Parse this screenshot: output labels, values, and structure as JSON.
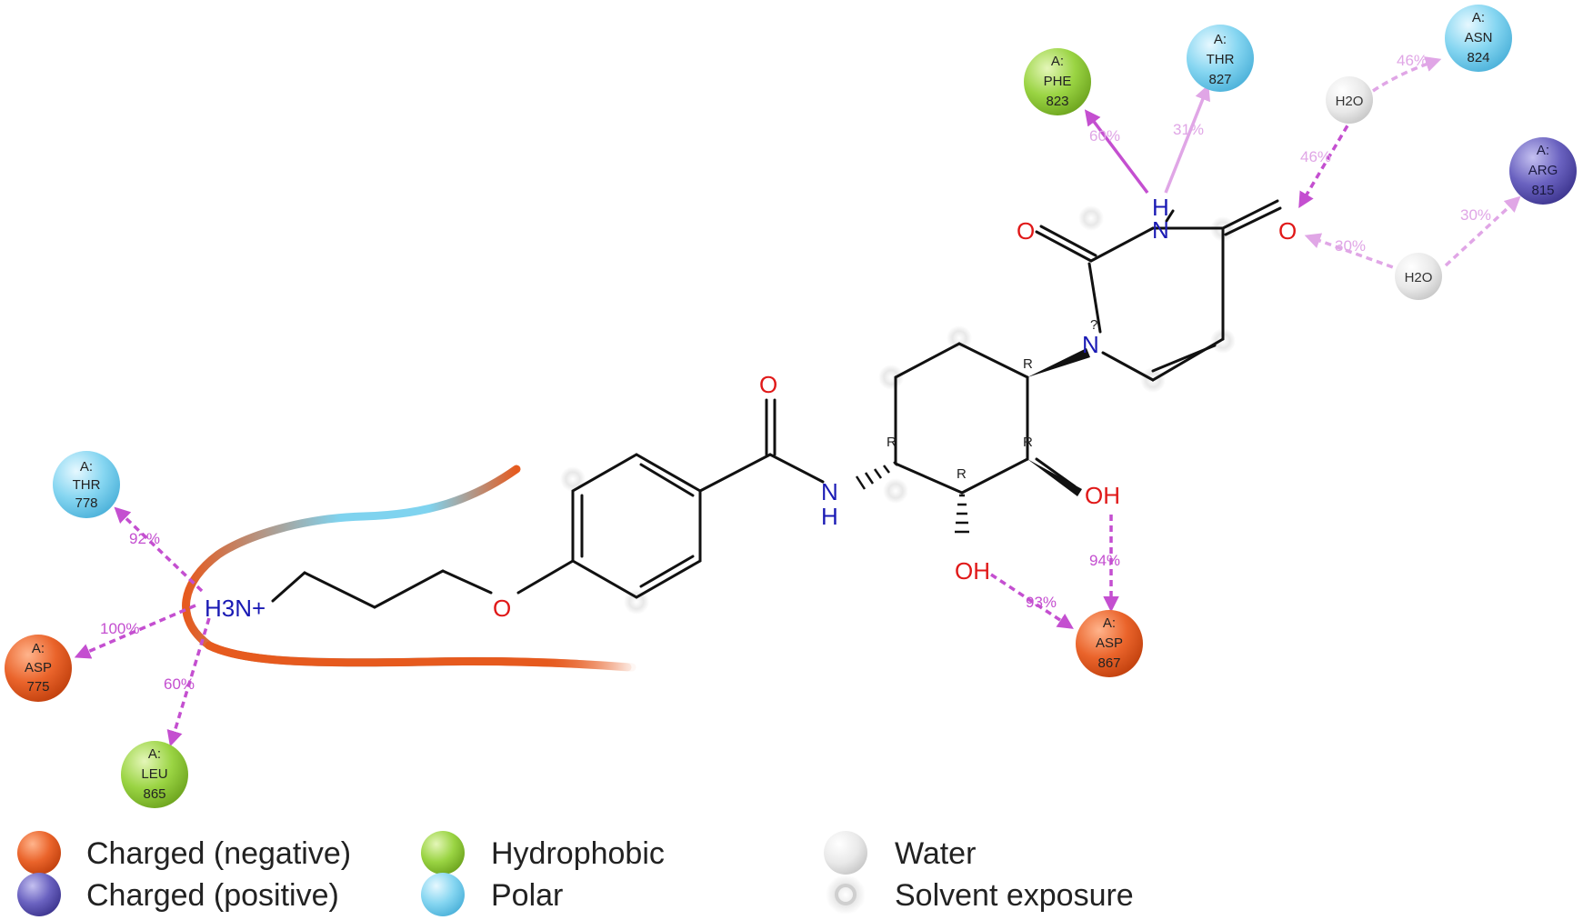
{
  "atoms": {
    "ammonium": "H3N+",
    "ether_o": "O",
    "amide_o": "O",
    "amide_n": "N",
    "amide_h": "H",
    "oh_upper": "OH",
    "oh_lower": "OH",
    "ring_n1": "N",
    "ring_n1_mark": "?",
    "ring_n3": "N",
    "ring_n3_h": "H",
    "c2_o": "O",
    "c4_o": "O",
    "stereo": "R"
  },
  "residues": [
    {
      "chain": "A:",
      "name": "THR",
      "number": "778",
      "type": "polar"
    },
    {
      "chain": "A:",
      "name": "ASP",
      "number": "775",
      "type": "charged-negative"
    },
    {
      "chain": "A:",
      "name": "LEU",
      "number": "865",
      "type": "hydrophobic"
    },
    {
      "chain": "A:",
      "name": "ASP",
      "number": "867",
      "type": "charged-negative"
    },
    {
      "chain": "A:",
      "name": "PHE",
      "number": "823",
      "type": "hydrophobic"
    },
    {
      "chain": "A:",
      "name": "THR",
      "number": "827",
      "type": "polar"
    },
    {
      "chain": "A:",
      "name": "ASN",
      "number": "824",
      "type": "polar"
    },
    {
      "chain": "A:",
      "name": "ARG",
      "number": "815",
      "type": "charged-positive"
    }
  ],
  "waters": [
    "H2O",
    "H2O"
  ],
  "interactions": [
    "92%",
    "100%",
    "60%",
    "94%",
    "93%",
    "60%",
    "31%",
    "46%",
    "46%",
    "30%",
    "30%"
  ],
  "legend": [
    {
      "label": "Charged (negative)",
      "color": "#e8622a"
    },
    {
      "label": "Charged (positive)",
      "color": "#6a62c0"
    },
    {
      "label": "Hydrophobic",
      "color": "#8fcf3a"
    },
    {
      "label": "Polar",
      "color": "#7fd3ef"
    },
    {
      "label": "Water",
      "color": "#e2e2e2"
    },
    {
      "label": "Solvent exposure",
      "color": "#d0d0d0"
    }
  ],
  "colors": {
    "hbond": "#c44fd0",
    "hbond_faint": "#e0a6e6",
    "carbon_bond": "#111111",
    "nitrogen": "#1a1ab4",
    "oxygen": "#e01818",
    "pocket_orange": "#e65a1e",
    "pocket_blue": "#7fd3ef"
  }
}
